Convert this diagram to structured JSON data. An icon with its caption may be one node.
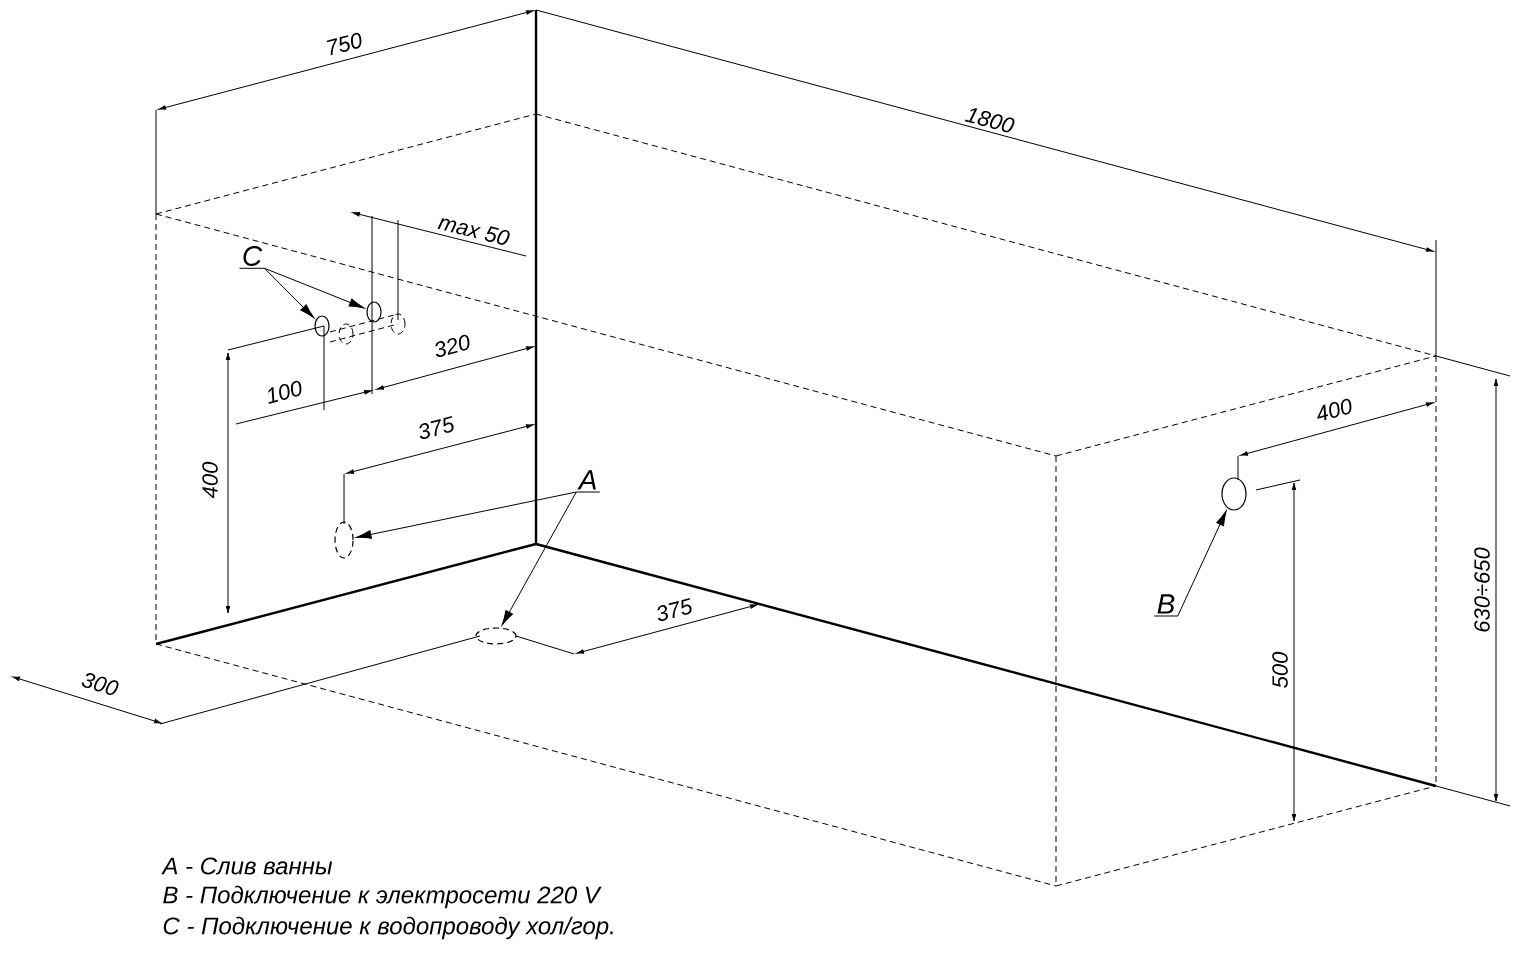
{
  "diagram": {
    "nodes": [
      {
        "text": [
          "A"
        ]
      },
      {
        "text": [],
        "shape": "circle"
      },
      {
        "text": [],
        "shape": "circle"
      },
      {
        "text": [
          "B"
        ]
      },
      {
        "text": [],
        "shape": "circle"
      },
      {
        "text": [
          "C"
        ]
      },
      {
        "text": [],
        "shape": "circle"
      },
      {
        "text": [],
        "shape": "circle"
      }
    ],
    "edges": [
      {
        "from": 0,
        "to": 1,
        "arrow": "to"
      },
      {
        "from": 0,
        "to": 2,
        "arrow": "to"
      },
      {
        "from": 3,
        "to": 4,
        "arrow": "to"
      },
      {
        "from": 5,
        "to": 6,
        "arrow": "to"
      },
      {
        "from": 5,
        "to": 7,
        "arrow": "to"
      }
    ],
    "labels": [
      "750",
      "1800",
      "max 50",
      "320",
      "100",
      "375",
      "400",
      "400",
      "375",
      "630÷650",
      "500",
      "300",
      "A - Слив ванны",
      "B - Подключение к электросети 220 V",
      "C - Подключение к водопроводу хол/гор."
    ]
  }
}
